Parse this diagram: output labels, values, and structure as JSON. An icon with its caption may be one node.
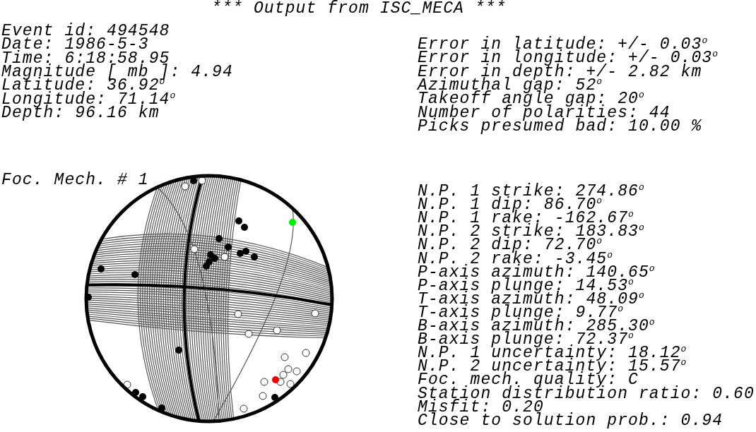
{
  "diagram": {
    "title": "*** Output from ISC_MECA ***",
    "labels": [
      "Event id: 494548",
      "Date: 1986-5-3",
      "Time: 6:18:58.95",
      "Magnitude [ mb ]: 4.94",
      "Latitude: 36.92$^{o}$",
      "Longitude: 71.14$^{o}$",
      "Depth: 96.16 km",
      "Error in latitude: +/- 0.03$^{o}$",
      "Error in longitude: +/- 0.03$^{o}$",
      "Error in depth: +/- 2.82 km",
      "Azimuthal gap: 52$^{o}$",
      "Takeoff angle gap: 20$^{o}$",
      "Number of polarities: 44",
      "Picks presumed bad: 10.00 %",
      "Foc. Mech. # 1",
      "N.P. 1 strike: 274.86$^{o}$",
      "N.P. 1 dip: 86.70$^{o}$",
      "N.P. 1 rake: -162.67$^{o}$",
      "N.P. 2 strike: 183.83$^{o}$",
      "N.P. 2 dip: 72.70$^{o}$",
      "N.P. 2 rake: -3.45$^{o}$",
      "P-axis azimuth: 140.65$^{o}$",
      "P-axis plunge: 14.53$^{o}$",
      "T-axis azimuth: 48.09$^{o}$",
      "T-axis plunge: 9.77$^{o}$",
      "B-axis azimuth: 285.30$^{o}$",
      "B-axis plunge: 72.37$^{o}$",
      "N.P. 1 uncertainty: 18.12$^{o}$",
      "N.P. 2 uncertainty: 15.57$^{o}$",
      "Foc. mech. quality: C",
      "Station distribution ratio: 0.60",
      "Misfit: 0.20",
      "Close to solution prob.: 0.94"
    ]
  }
}
